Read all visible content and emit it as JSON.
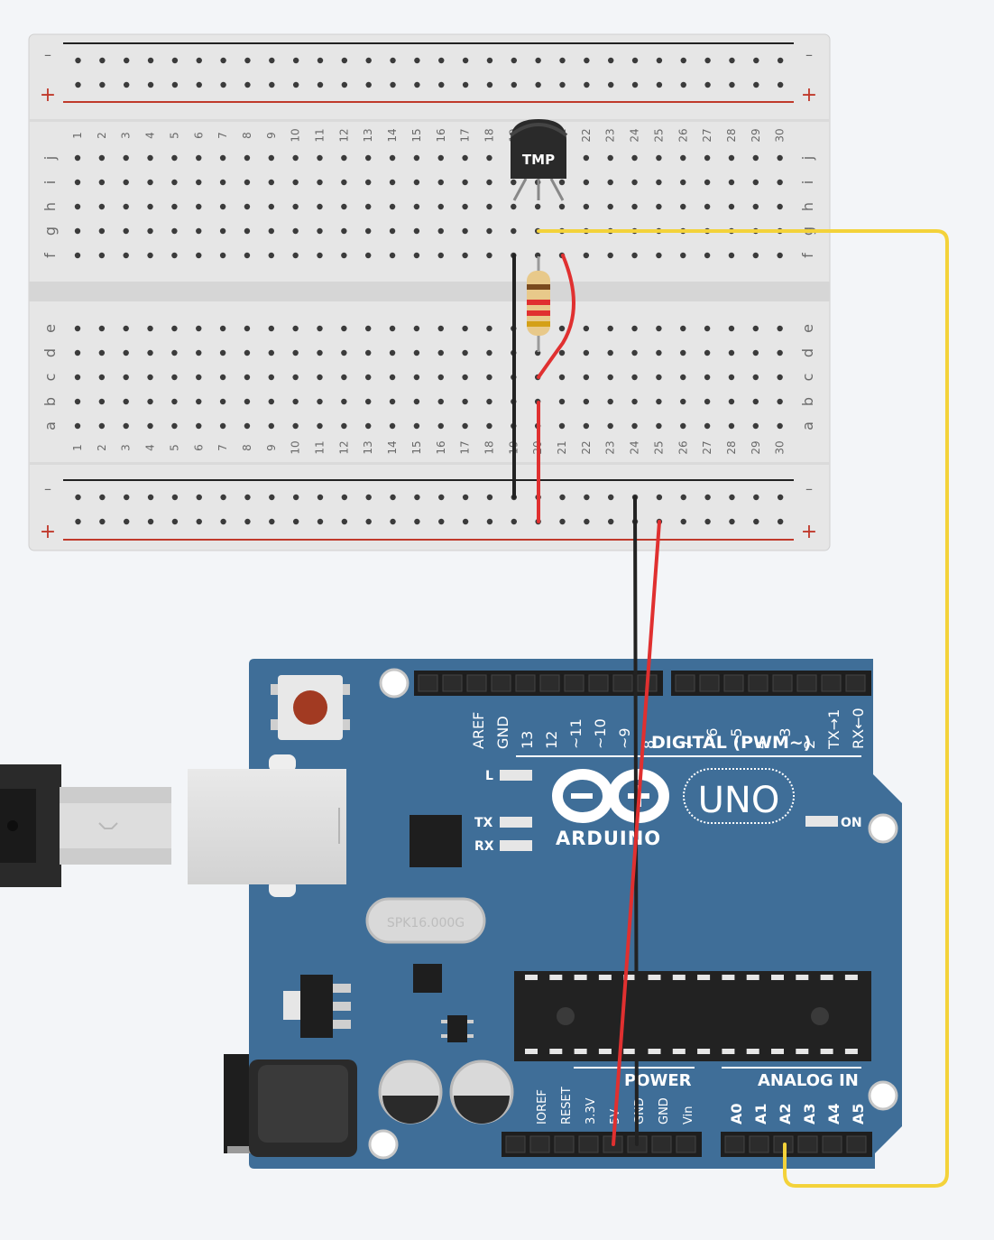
{
  "breadboard": {
    "column_count": 30,
    "row_letters_top": [
      "j",
      "i",
      "h",
      "g",
      "f"
    ],
    "row_letters_bottom": [
      "e",
      "d",
      "c",
      "b",
      "a"
    ],
    "rail_minus": "–",
    "rail_plus": "+"
  },
  "sensor": {
    "label": "TMP"
  },
  "arduino": {
    "brand": "ARDUINO",
    "model": "UNO",
    "on_label": "ON",
    "led_l": "L",
    "led_tx": "TX",
    "led_rx": "RX",
    "crystal": "SPK16.000G",
    "digital_header": "DIGITAL (PWM~)",
    "digital_pins": [
      "AREF",
      "GND",
      "13",
      "12",
      "~11",
      "~10",
      "~9",
      "8",
      "7",
      "~6",
      "~5",
      "4",
      "~3",
      "2",
      "TX→1",
      "RX←0"
    ],
    "power_header": "POWER",
    "power_pins": [
      "IOREF",
      "RESET",
      "3.3V",
      "5V",
      "GND",
      "GND",
      "Vin"
    ],
    "analog_header": "ANALOG IN",
    "analog_pins": [
      "A0",
      "A1",
      "A2",
      "A3",
      "A4",
      "A5"
    ]
  },
  "wires": [
    {
      "name": "wire-ground-to-rail",
      "color": "#222222"
    },
    {
      "name": "wire-5v-to-rail",
      "color": "#e03030"
    },
    {
      "name": "wire-signal-to-a2",
      "color": "#f3d23a"
    },
    {
      "name": "wire-rail-to-arduino-gnd",
      "color": "#222222"
    },
    {
      "name": "wire-rail-to-arduino-5v",
      "color": "#e03030"
    },
    {
      "name": "wire-jumper-resistor",
      "color": "#e03030"
    }
  ],
  "colors": {
    "board": "#3f6e98",
    "board_dark": "#2f5a80",
    "breadboard": "#e6e6e6",
    "background": "#f3f5f8"
  }
}
